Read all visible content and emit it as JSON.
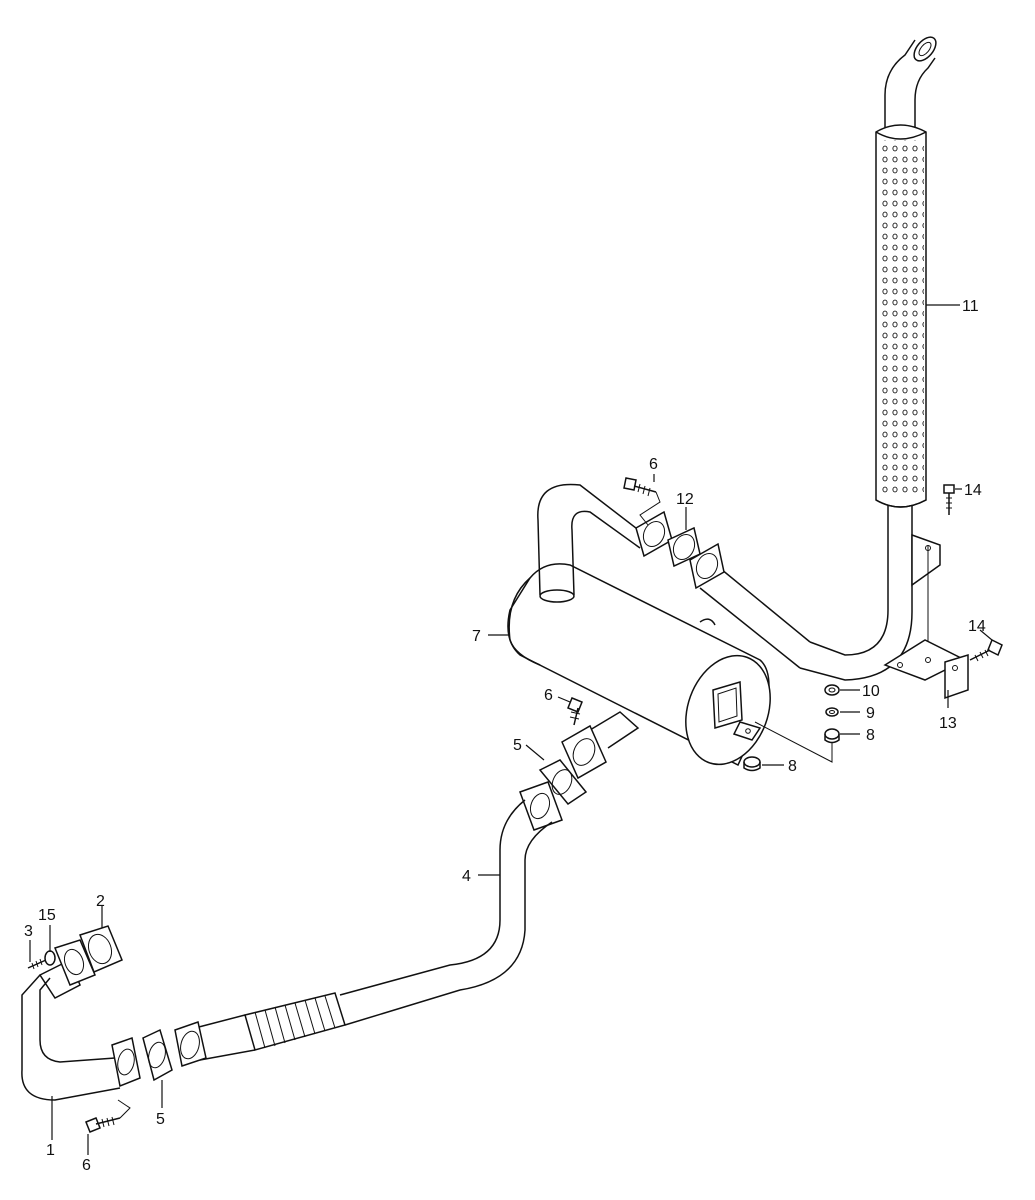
{
  "diagram": {
    "type": "exploded parts diagram",
    "callouts": [
      {
        "id": "c1",
        "label": "1"
      },
      {
        "id": "c2",
        "label": "2"
      },
      {
        "id": "c3",
        "label": "3"
      },
      {
        "id": "c15",
        "label": "15"
      },
      {
        "id": "c5a",
        "label": "5"
      },
      {
        "id": "c6a",
        "label": "6"
      },
      {
        "id": "c4",
        "label": "4"
      },
      {
        "id": "c5b",
        "label": "5"
      },
      {
        "id": "c6b",
        "label": "6"
      },
      {
        "id": "c7",
        "label": "7"
      },
      {
        "id": "c6c",
        "label": "6"
      },
      {
        "id": "c12",
        "label": "12"
      },
      {
        "id": "c11",
        "label": "11"
      },
      {
        "id": "c14a",
        "label": "14"
      },
      {
        "id": "c14b",
        "label": "14"
      },
      {
        "id": "c13",
        "label": "13"
      },
      {
        "id": "c10",
        "label": "10"
      },
      {
        "id": "c9",
        "label": "9"
      },
      {
        "id": "c8a",
        "label": "8"
      },
      {
        "id": "c8b",
        "label": "8"
      }
    ]
  }
}
